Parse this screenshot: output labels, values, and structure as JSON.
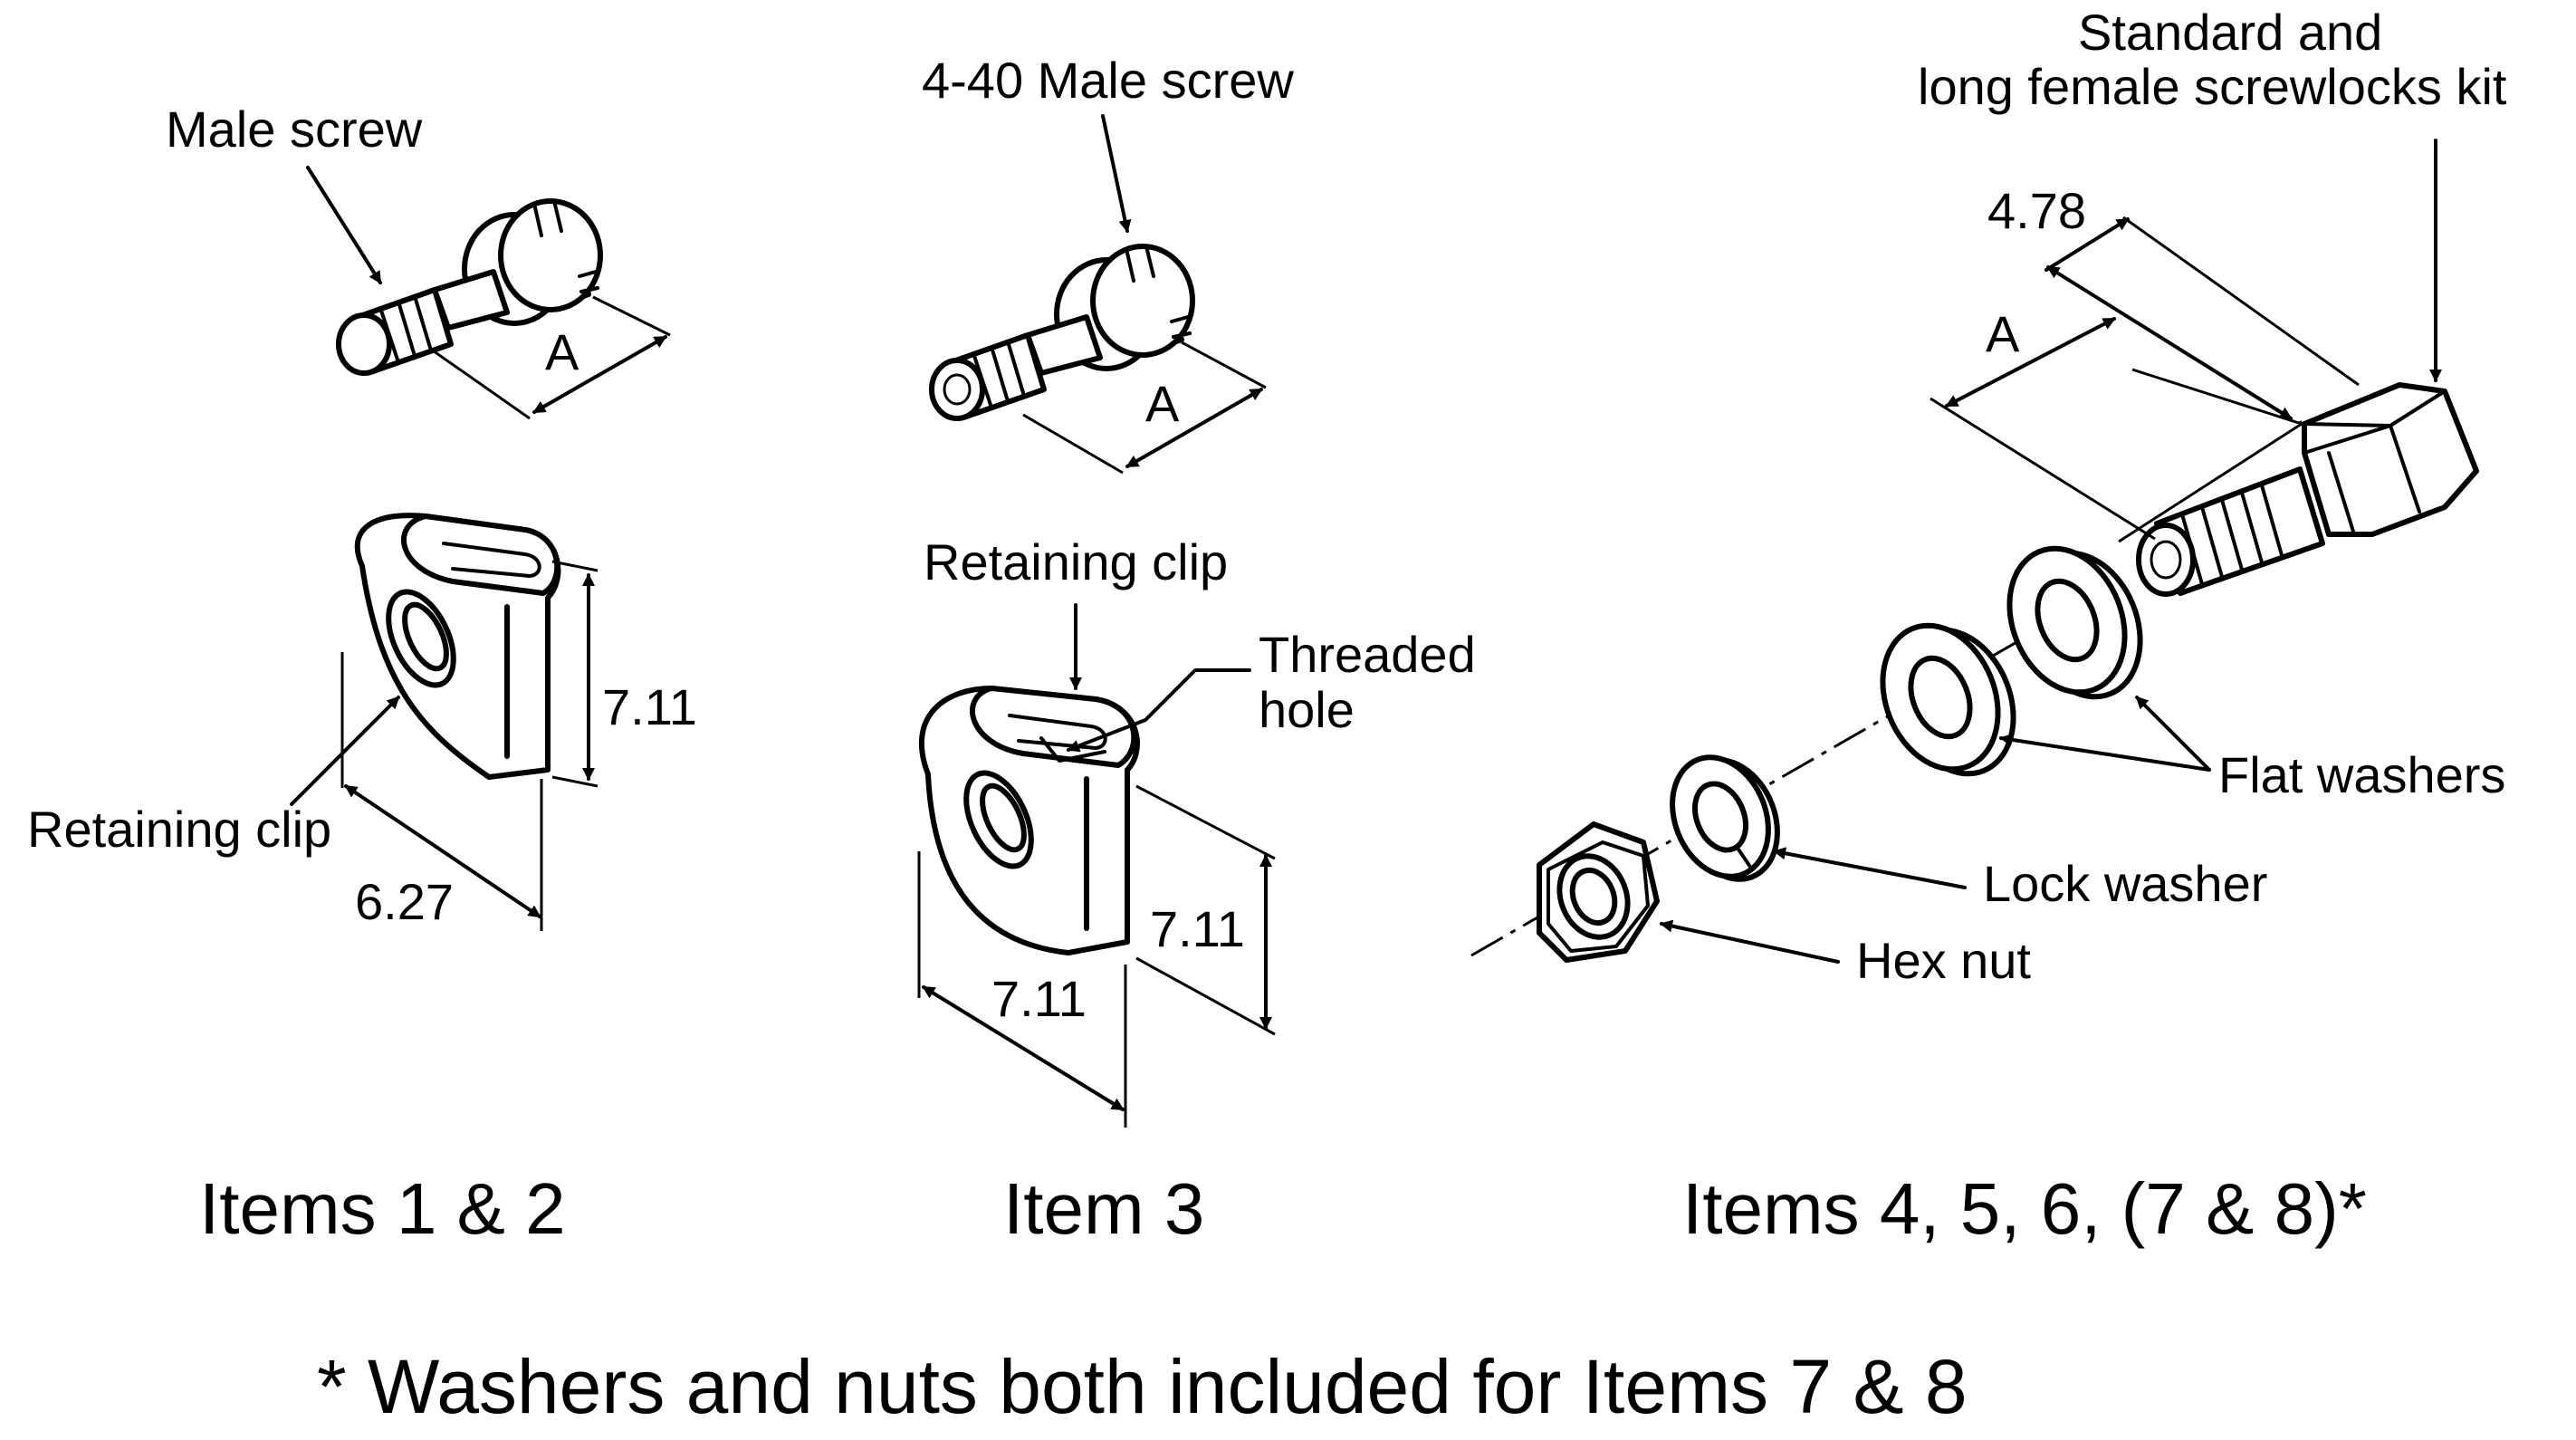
{
  "figure": {
    "background": "#ffffff",
    "ink": "#000000",
    "groups": [
      {
        "caption": "Items 1 & 2",
        "labels": {
          "screw": "Male screw",
          "clip": "Retaining clip",
          "dim_a": "A",
          "dim_height": "7.11",
          "dim_width": "6.27"
        }
      },
      {
        "caption": "Item 3",
        "labels": {
          "screw": "4-40 Male screw",
          "clip": "Retaining clip",
          "threaded_hole_line1": "Threaded",
          "threaded_hole_line2": "hole",
          "dim_a": "A",
          "dim_height": "7.11",
          "dim_width": "7.11"
        }
      },
      {
        "caption": "Items 4, 5, 6, (7 & 8)*",
        "labels": {
          "kit_line1": "Standard and",
          "kit_line2": "long female screwlocks kit",
          "dim_length": "4.78",
          "dim_a": "A",
          "flat_washers": "Flat washers",
          "lock_washer": "Lock washer",
          "hex_nut": "Hex nut"
        }
      }
    ],
    "footnote": "* Washers and nuts both included for Items 7 & 8"
  }
}
